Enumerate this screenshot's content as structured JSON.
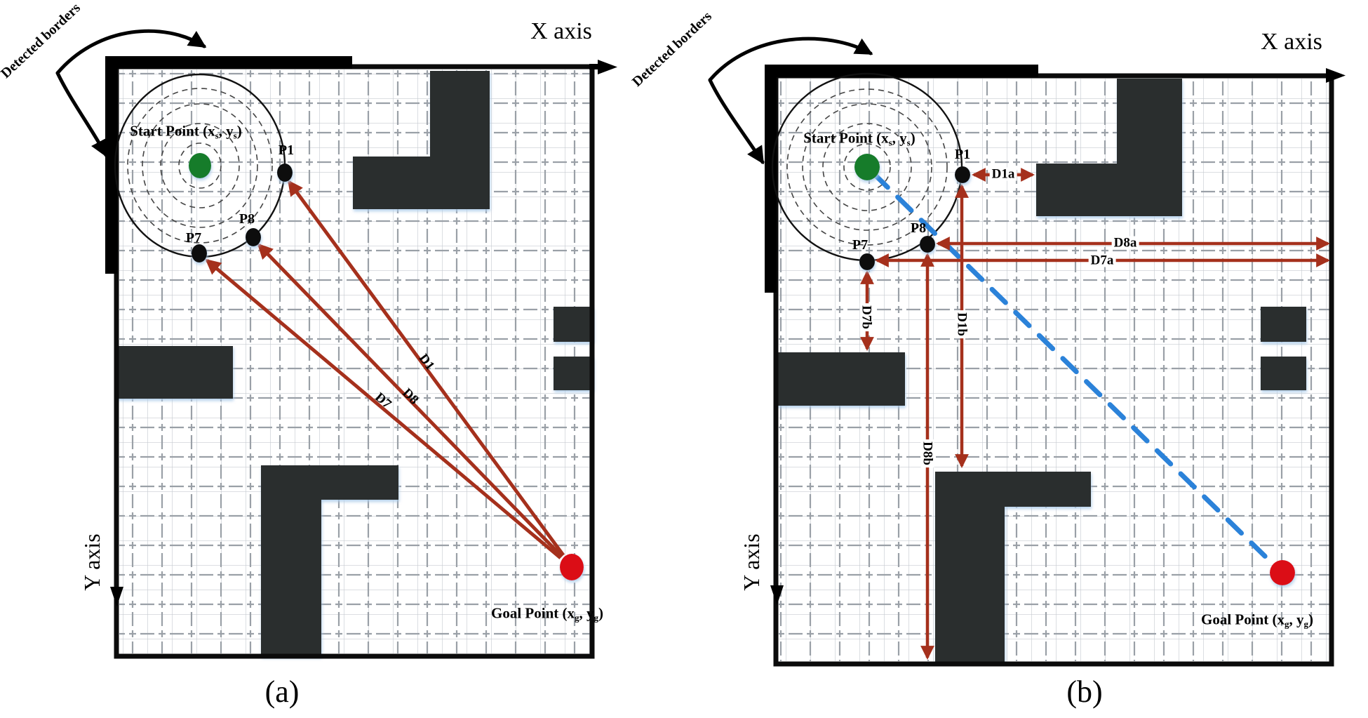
{
  "panel_a": {
    "caption": "(a)",
    "x_axis_label": "X axis",
    "y_axis_label": "Y axis",
    "detected_borders_label": "Detected borders",
    "start_label": {
      "p1": "Start Point (x",
      "s1": "s",
      "p2": ", y",
      "s2": "s",
      "p3": ")"
    },
    "goal_label": {
      "p1": "Goal Point (x",
      "s1": "g",
      "p2": ", y",
      "s2": "g",
      "p3": ")"
    },
    "point_labels": {
      "p1": "P1",
      "p8": "P8",
      "p7": "P7"
    },
    "distance_labels": {
      "d1": "D1",
      "d8": "D8",
      "d7": "D7"
    }
  },
  "panel_b": {
    "caption": "(b)",
    "x_axis_label": "X axis",
    "y_axis_label": "Y axis",
    "detected_borders_label": "Detected borders",
    "start_label": {
      "p1": "Start Point (x",
      "s1": "s",
      "p2": ", y",
      "s2": "s",
      "p3": ")"
    },
    "goal_label": {
      "p1": "Goal Point (x",
      "s1": "g",
      "p2": ", y",
      "s2": "g",
      "p3": ")"
    },
    "point_labels": {
      "p1": "P1",
      "p8": "P8",
      "p7": "P7"
    },
    "distance_labels": {
      "d1a": "D1a",
      "d8a": "D8a",
      "d7a": "D7a",
      "d7b": "D7b",
      "d1b": "D1b",
      "d8b": "D8b"
    }
  },
  "colors": {
    "arrow_red": "#a5301c",
    "path_blue": "#2b82d9",
    "start_green": "#177c2a",
    "goal_red": "#db0b12",
    "obstacle": "#2b2e2f"
  }
}
